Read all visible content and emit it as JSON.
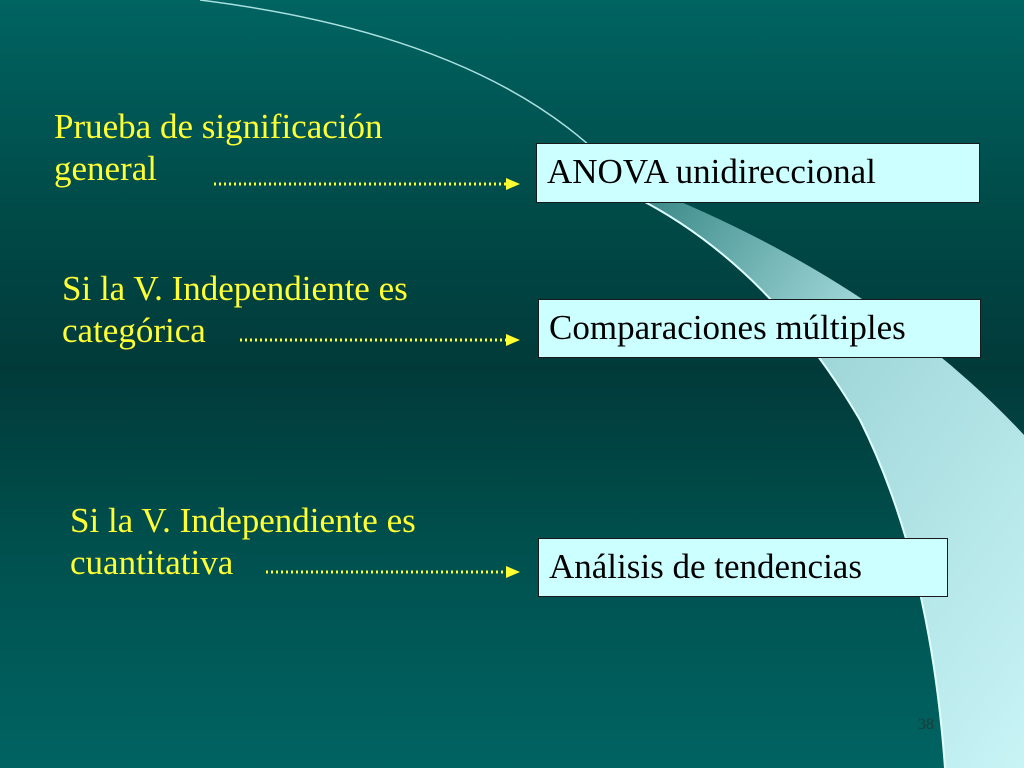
{
  "slide": {
    "rows": [
      {
        "label_line1": "Prueba de significación",
        "label_line2": "general",
        "result": "ANOVA unidireccional"
      },
      {
        "label_line1": "Si la V. Independiente es",
        "label_line2": "categórica",
        "result": "Comparaciones múltiples"
      },
      {
        "label_line1": "Si la V. Independiente es",
        "label_line2": "cuantitativa",
        "result": "Análisis de tendencias"
      }
    ],
    "page_number": "38"
  },
  "colors": {
    "background": "#004a48",
    "label_text": "#ffff33",
    "box_fill": "#ccffff",
    "arrow": "#ffff33"
  }
}
